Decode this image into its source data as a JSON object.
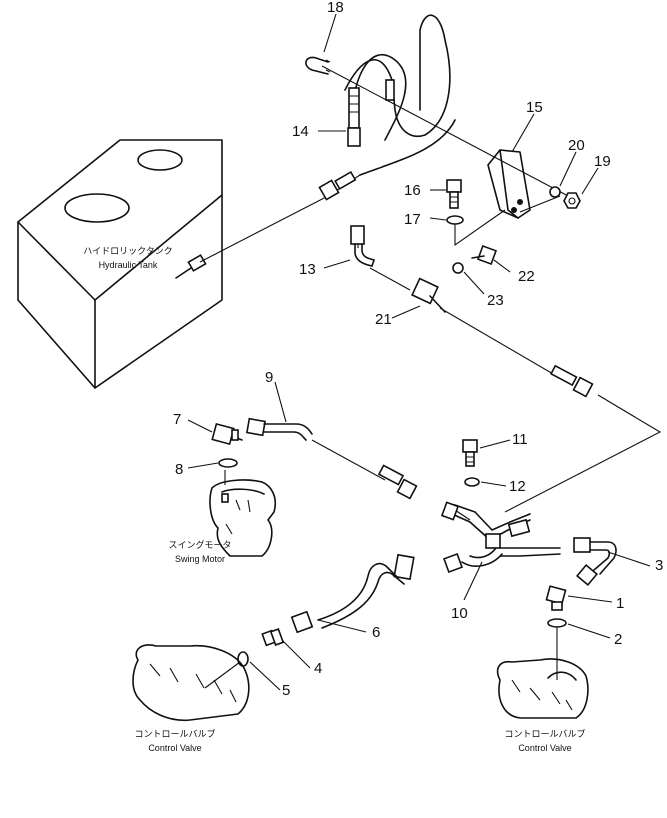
{
  "callouts": {
    "n1": "1",
    "n2": "2",
    "n3": "3",
    "n4": "4",
    "n5": "5",
    "n6": "6",
    "n7": "7",
    "n8": "8",
    "n9": "9",
    "n10": "10",
    "n11": "11",
    "n12": "12",
    "n13": "13",
    "n14": "14",
    "n15": "15",
    "n16": "16",
    "n17": "17",
    "n18": "18",
    "n19": "19",
    "n20": "20",
    "n21": "21",
    "n22": "22",
    "n23": "23"
  },
  "captions": {
    "tank_jp": "ハイドロリックタンク",
    "tank_en": "Hydraulic Tank",
    "swing_jp": "スイングモータ",
    "swing_en": "Swing Motor",
    "cv_left_jp": "コントロールバルブ",
    "cv_left_en": "Control Valve",
    "cv_right_jp": "コントロールバルブ",
    "cv_right_en": "Control Valve"
  }
}
